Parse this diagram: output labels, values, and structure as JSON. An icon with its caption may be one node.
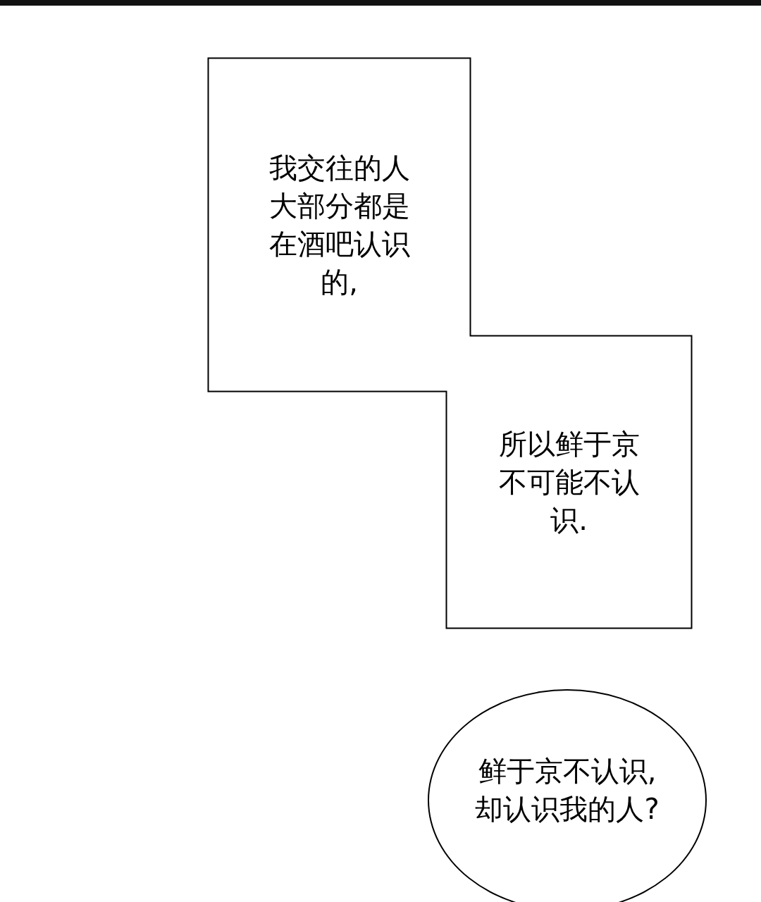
{
  "diagram": {
    "nodes": [
      {
        "text": [
          "我交往的人大部分都是在酒吧认识的,"
        ]
      },
      {
        "text": [
          "所以鲜于京不可能不认识."
        ]
      },
      {
        "text": [
          "鲜于京不认识,却认识我的人?"
        ]
      }
    ],
    "edges": []
  }
}
